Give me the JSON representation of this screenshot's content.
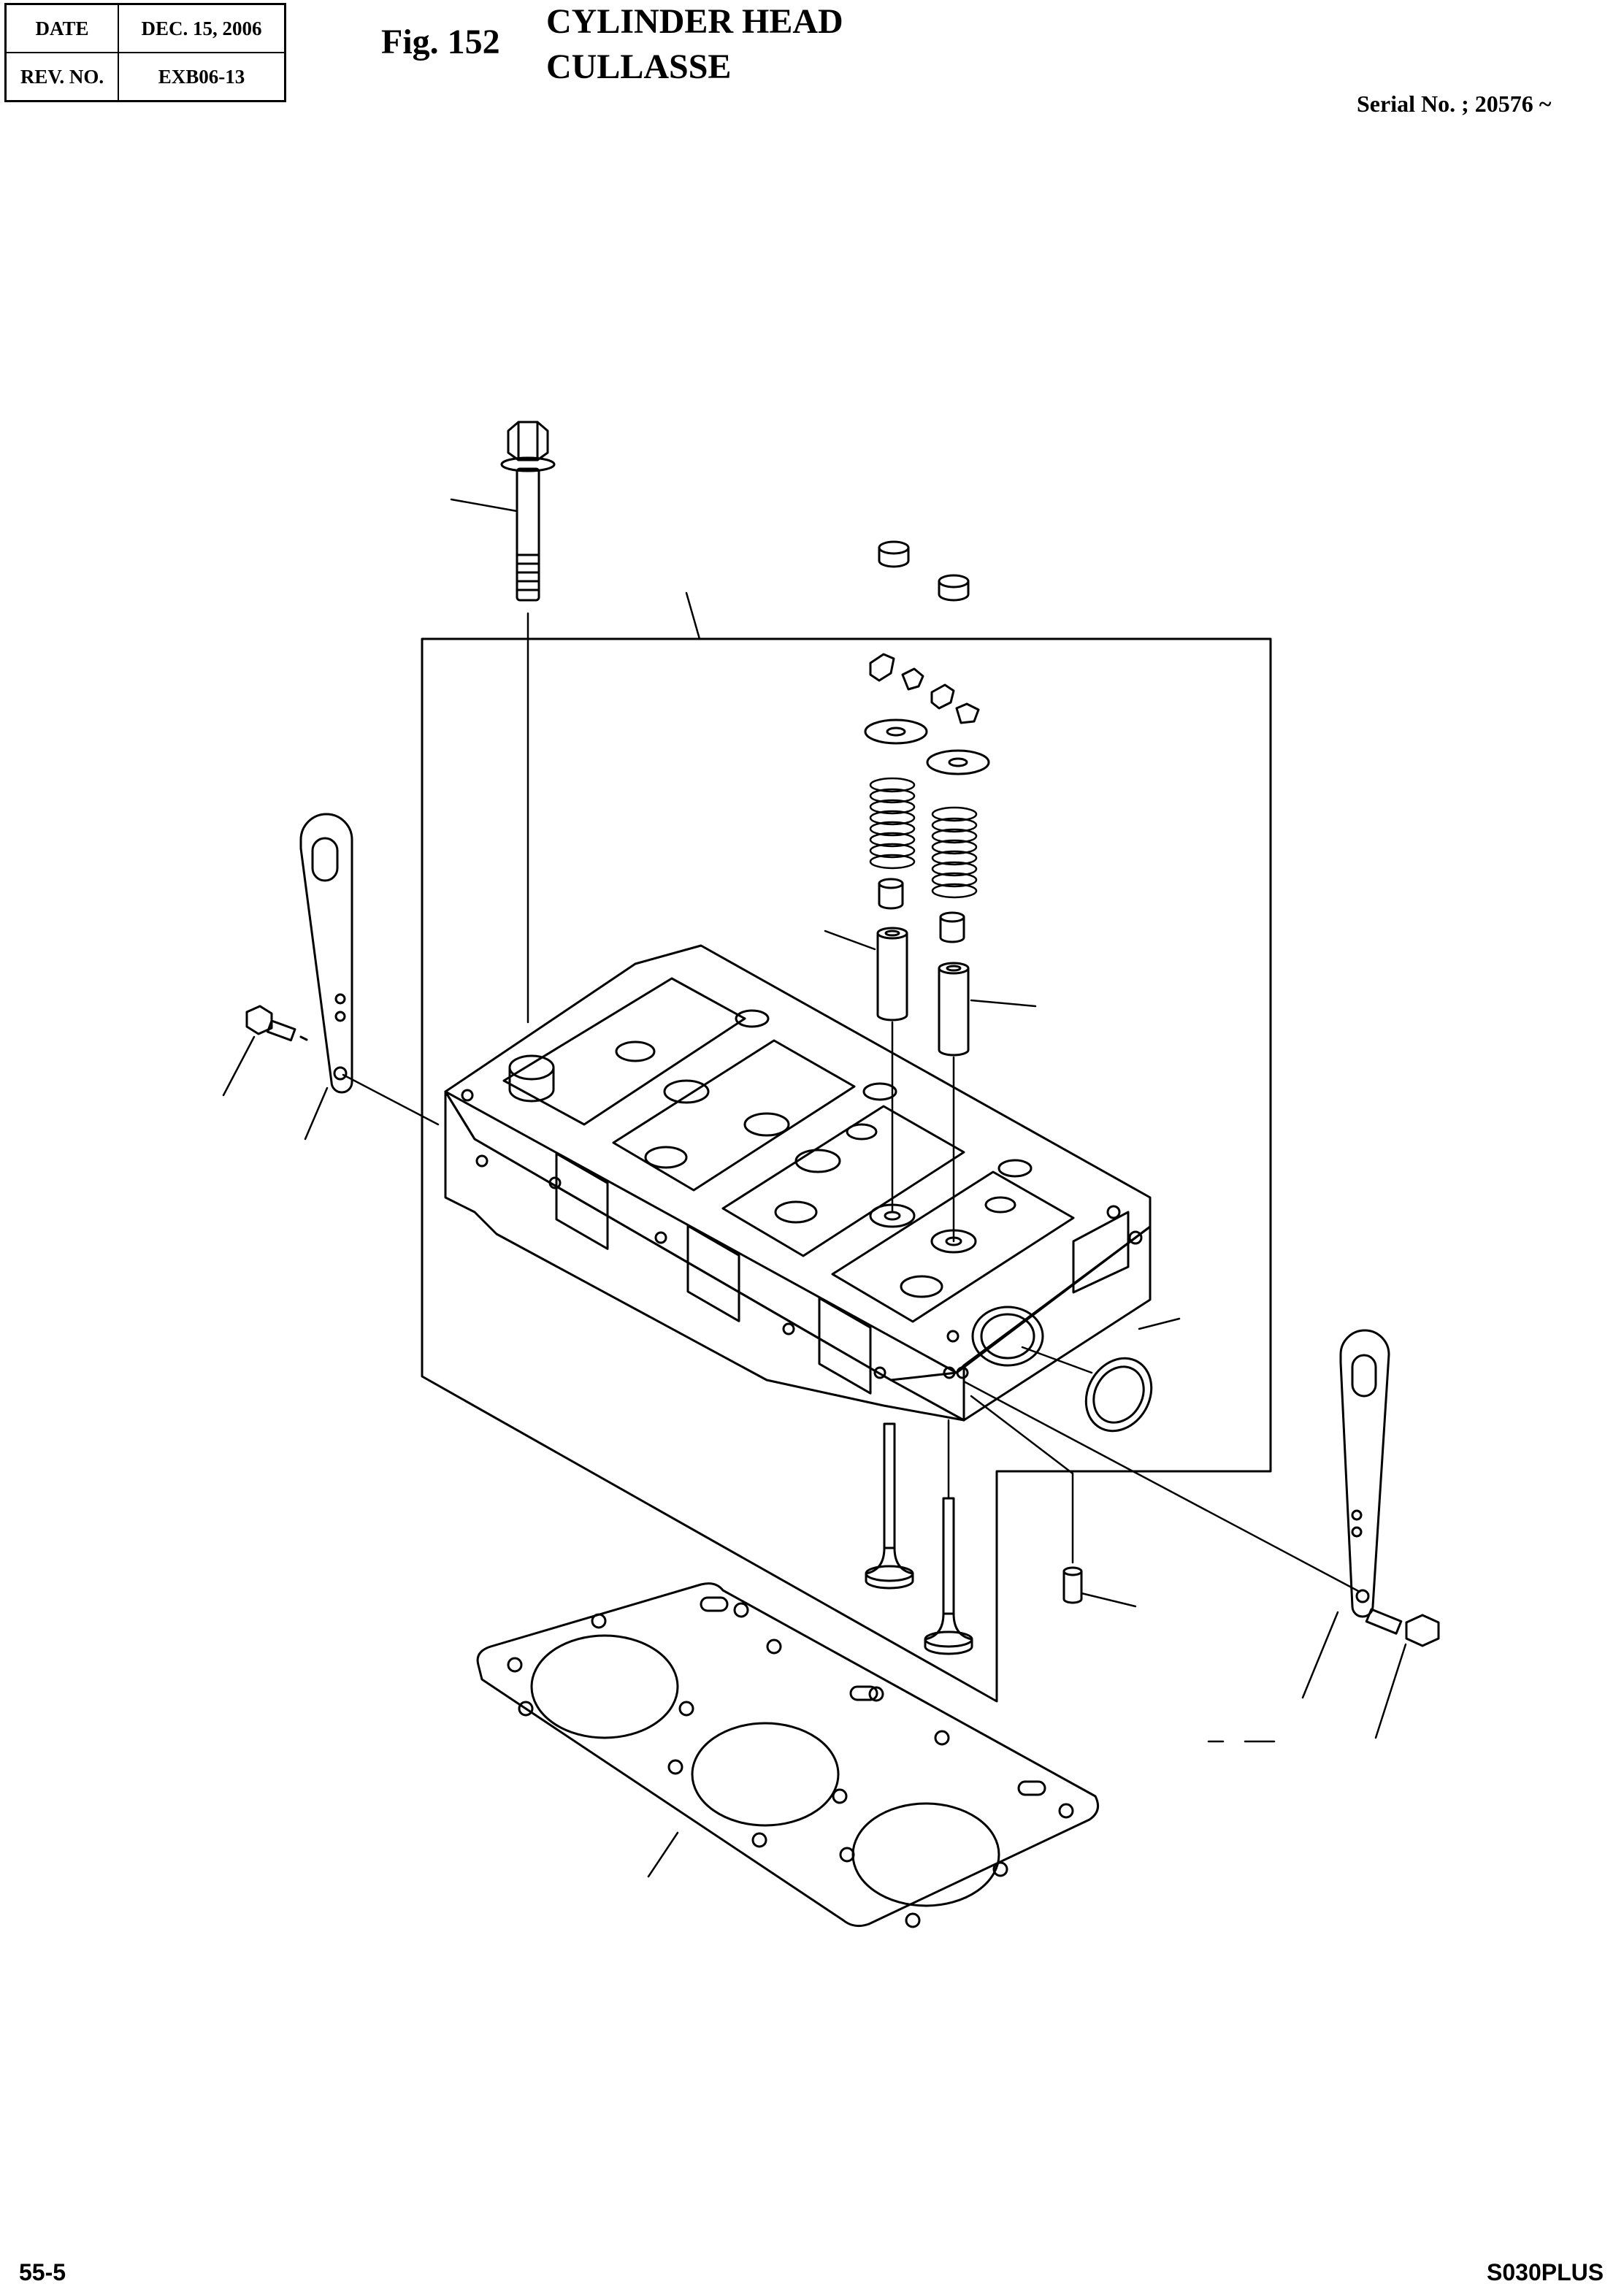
{
  "header": {
    "date_label": "DATE",
    "date_value": "DEC. 15, 2006",
    "rev_label": "REV. NO.",
    "rev_value": "EXB06-13",
    "figure": "Fig. 152",
    "title_en": "CYLINDER HEAD",
    "title_fr": "CULLASSE",
    "serial": "Serial No. ; 20576 ~"
  },
  "footer": {
    "page": "55-5",
    "model": "S030PLUS"
  },
  "diagram": {
    "parts": [
      "cylinder-head",
      "head-bolt",
      "valve-caps",
      "valve-collets",
      "spring-retainers",
      "valve-springs",
      "valve-stem-seals",
      "valve-guides",
      "intake-valve",
      "exhaust-valve",
      "lifting-hanger-left",
      "lifting-hanger-right",
      "hanger-bolt-left",
      "hanger-bolt-right",
      "oil-seal",
      "dowel-pin",
      "head-gasket"
    ]
  }
}
